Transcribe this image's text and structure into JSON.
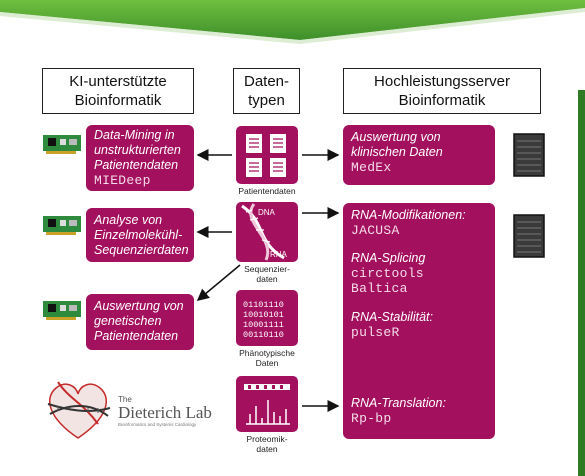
{
  "headers": {
    "left": [
      "KI-unterstützte",
      "Bioinformatik"
    ],
    "middle": [
      "Daten-",
      "typen"
    ],
    "right": [
      "Hochleistungsserver",
      "Bioinformatik"
    ]
  },
  "left_boxes": [
    {
      "lines": [
        "Data-Mining in",
        "unstrukturierten",
        "Patientendaten"
      ],
      "tool": "MIEDeep"
    },
    {
      "lines": [
        "Analyse von",
        "Einzelmolekühl-",
        "Sequenzierdaten"
      ],
      "tool": ""
    },
    {
      "lines": [
        "Auswertung von",
        "genetischen",
        "Patientendaten"
      ],
      "tool": ""
    }
  ],
  "data_types": [
    {
      "caption": [
        "Patientendaten"
      ]
    },
    {
      "caption": [
        "Sequenzier-",
        "daten"
      ],
      "labels": [
        "DNA",
        "RNA"
      ]
    },
    {
      "caption": [
        "Phänotypische",
        "Daten"
      ],
      "binary": [
        "01101110",
        "10010101",
        "10001111",
        "00110110"
      ]
    },
    {
      "caption": [
        "Proteomik-",
        "daten"
      ]
    }
  ],
  "right_top": {
    "lines": [
      "Auswertung von",
      "klinischen Daten"
    ],
    "tool": "MedEx"
  },
  "right_main": [
    {
      "title": "RNA-Modifikationen:",
      "tools": [
        "JACUSA"
      ]
    },
    {
      "title": "RNA-Splicing",
      "tools": [
        "circtools",
        "Baltica"
      ]
    },
    {
      "title": "RNA-Stabilität:",
      "tools": [
        "pulseR"
      ]
    },
    {
      "title": "RNA-Translation:",
      "tools": [
        "Rp-bp"
      ]
    }
  ],
  "logo": {
    "small": "The",
    "name": "Dieterich Lab",
    "sub": "Bioinformatics and Systems Cardiology"
  },
  "colors": {
    "accent": "#a3105e",
    "top_green": "#5fae3a",
    "right_green": "#2f7b24"
  },
  "icons": [
    "gpu-card-icon",
    "server-rack-icon",
    "document-icon",
    "dna-helix-icon",
    "spectrum-icon",
    "heart-dna-logo-icon"
  ]
}
